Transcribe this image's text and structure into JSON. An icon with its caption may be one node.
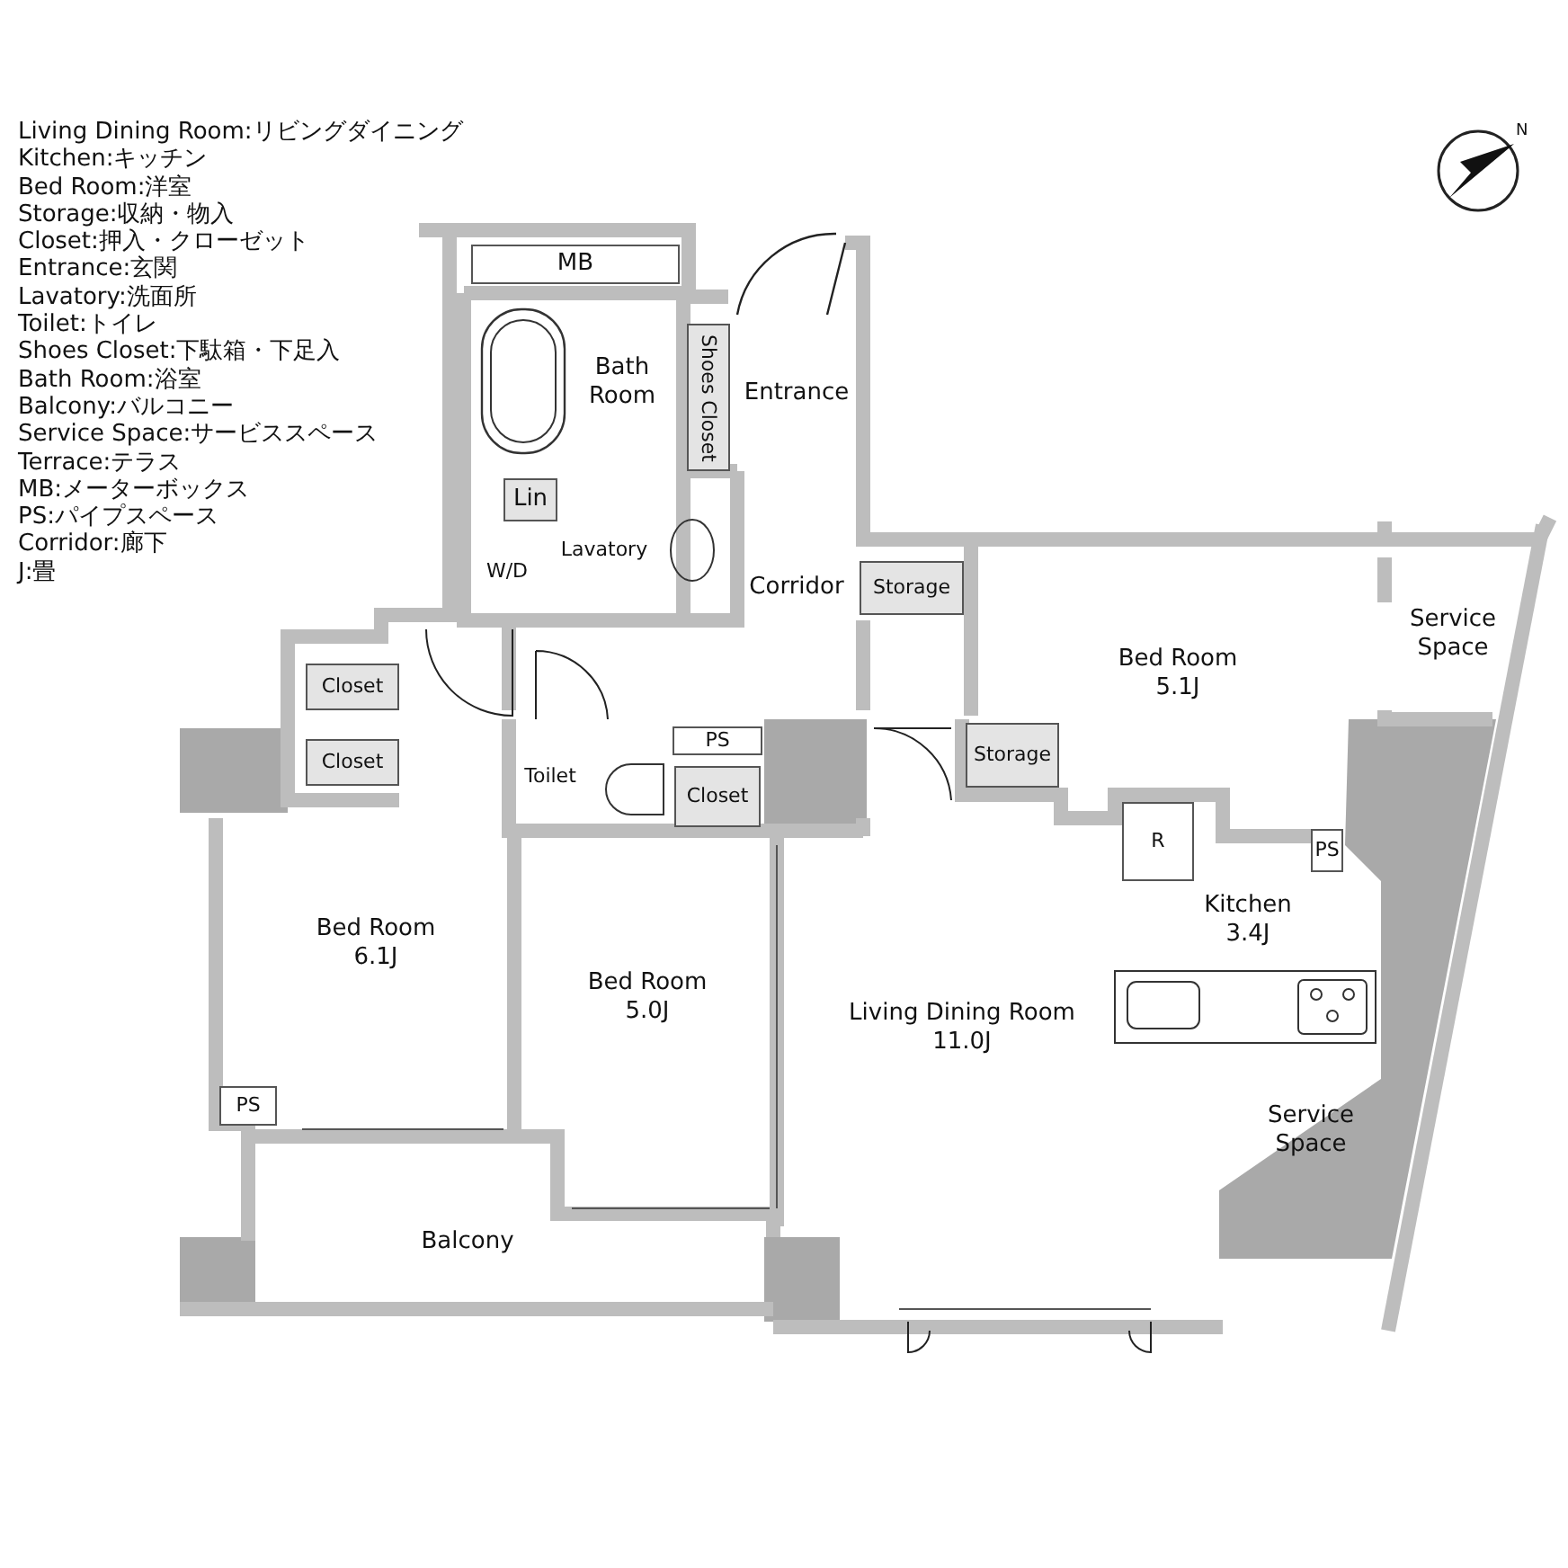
{
  "diagram": {
    "nodes": [
      {
        "text": [
          "MB"
        ]
      },
      {
        "text": [
          "Bath Room"
        ]
      },
      {
        "text": [
          "Shoes Closet"
        ]
      },
      {
        "text": [
          "Entrance"
        ]
      },
      {
        "text": [
          "Lin"
        ]
      },
      {
        "text": [
          "W/D"
        ]
      },
      {
        "text": [
          "Lavatory"
        ]
      },
      {
        "text": [
          "Corridor"
        ]
      },
      {
        "text": [
          "Storage"
        ]
      },
      {
        "text": [
          "Bed Room",
          "5.1J"
        ]
      },
      {
        "text": [
          "Service Space"
        ]
      },
      {
        "text": [
          "Closet"
        ]
      },
      {
        "text": [
          "Closet"
        ]
      },
      {
        "text": [
          "PS"
        ]
      },
      {
        "text": [
          "Toilet"
        ]
      },
      {
        "text": [
          "Closet"
        ]
      },
      {
        "text": [
          "Storage"
        ]
      },
      {
        "text": [
          "R"
        ]
      },
      {
        "text": [
          "PS"
        ]
      },
      {
        "text": [
          "Kitchen",
          "3.4J"
        ]
      },
      {
        "text": [
          "Bed Room",
          "6.1J"
        ]
      },
      {
        "text": [
          "Bed Room",
          "5.0J"
        ]
      },
      {
        "text": [
          "Living Dining Room",
          "11.0J"
        ]
      },
      {
        "text": [
          "PS"
        ]
      },
      {
        "text": [
          "Service Space"
        ]
      },
      {
        "text": [
          "Balcony"
        ]
      }
    ],
    "labels": [
      "Living Dining Room:リビングダイニング",
      "Kitchen:キッチン",
      "Bed Room:洋室",
      "Storage:収納・物入",
      "Closet:押入・クローゼット",
      "Entrance:玄関",
      "Lavatory:洗面所",
      "Toilet:トイレ",
      "Shoes Closet:下駄箱・下足入",
      "Bath Room:浴室",
      "Balcony:バルコニー",
      "Service Space:サービススペース",
      "Terrace:テラス",
      "MB:メーターボックス",
      "PS:パイプスペース",
      "Corridor:廊下",
      "J:畳",
      "N"
    ]
  }
}
